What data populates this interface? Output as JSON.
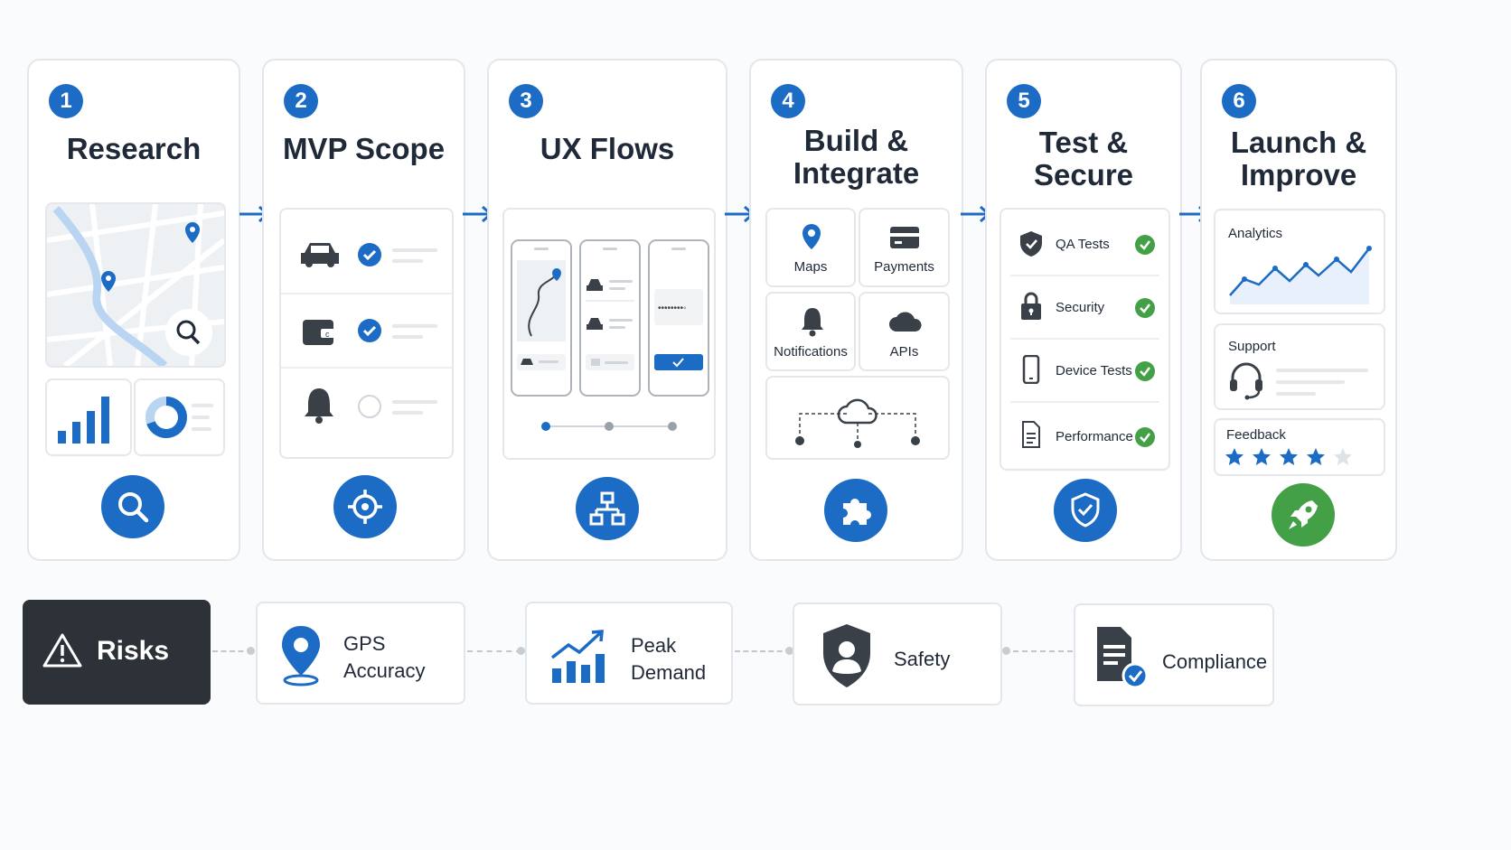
{
  "colors": {
    "accent": "#1c6bc4",
    "success": "#43a047",
    "dark": "#2d3238"
  },
  "stages": [
    {
      "number": "1",
      "title": "Research",
      "icon": "search-icon"
    },
    {
      "number": "2",
      "title": "MVP Scope",
      "icon": "target-icon"
    },
    {
      "number": "3",
      "title": "UX Flows",
      "icon": "sitemap-icon"
    },
    {
      "number": "4",
      "title": "Build &\nIntegrate",
      "icon": "puzzle-icon"
    },
    {
      "number": "5",
      "title": "Test &\nSecure",
      "icon": "shield-check-icon"
    },
    {
      "number": "6",
      "title": "Launch &\nImprove",
      "icon": "rocket-icon"
    }
  ],
  "mvp_scope": {
    "items": [
      {
        "icon": "car-icon",
        "checked": true
      },
      {
        "icon": "wallet-icon",
        "checked": true
      },
      {
        "icon": "bell-icon",
        "checked": false
      }
    ]
  },
  "build": {
    "tiles": [
      {
        "label": "Maps",
        "icon": "map-pin-icon"
      },
      {
        "label": "Payments",
        "icon": "card-icon"
      },
      {
        "label": "Notifications",
        "icon": "bell-icon"
      },
      {
        "label": "APIs",
        "icon": "cloud-icon"
      }
    ]
  },
  "test": {
    "items": [
      {
        "label": "QA Tests",
        "icon": "shield-icon",
        "status": "passed"
      },
      {
        "label": "Security",
        "icon": "lock-icon",
        "status": "passed"
      },
      {
        "label": "Device Tests",
        "icon": "phone-icon",
        "status": "passed"
      },
      {
        "label": "Performance",
        "icon": "document-icon",
        "status": "passed"
      }
    ]
  },
  "launch": {
    "analytics_label": "Analytics",
    "support_label": "Support",
    "feedback_label": "Feedback",
    "feedback_rating": 4,
    "feedback_max": 5
  },
  "risks": {
    "title": "Risks",
    "items": [
      {
        "label": "GPS\nAccuracy",
        "icon": "map-pin-icon"
      },
      {
        "label": "Peak\nDemand",
        "icon": "trend-chart-icon"
      },
      {
        "label": "Safety",
        "icon": "user-shield-icon"
      },
      {
        "label": "Compliance",
        "icon": "document-check-icon"
      }
    ]
  }
}
